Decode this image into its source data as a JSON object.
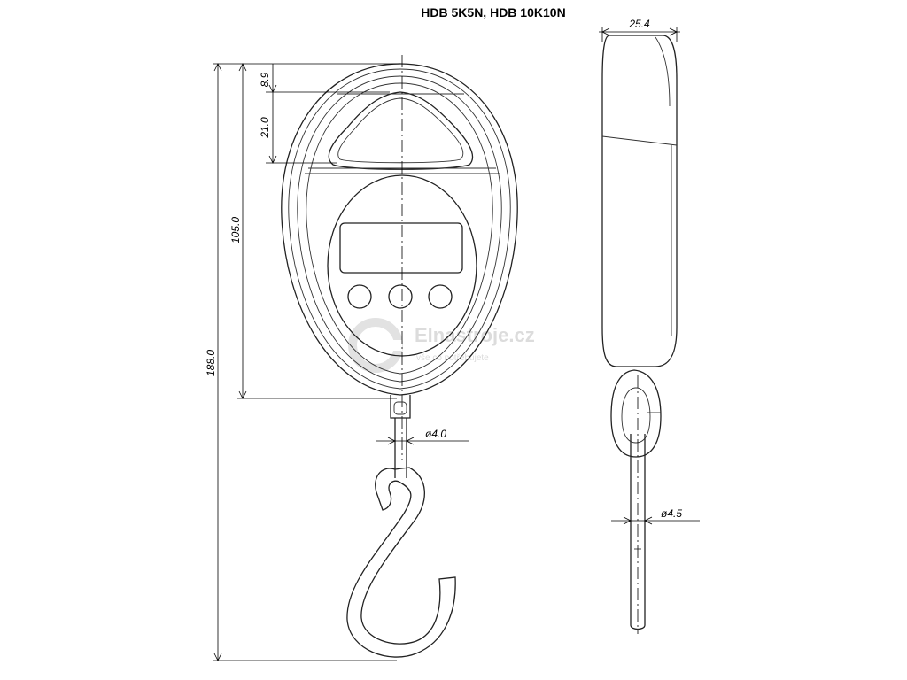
{
  "title": "HDB 5K5N, HDB 10K10N",
  "dimensions": {
    "total_height": "188.0",
    "body_height": "105.0",
    "handle_inner": "21.0",
    "handle_top": "8.9",
    "depth": "25.4",
    "ring_diameter": "ø4.0",
    "hook_diameter": "ø4.5"
  },
  "watermark": {
    "brand": "Elnastroje.cz",
    "tagline": "vše co potřebujete"
  }
}
